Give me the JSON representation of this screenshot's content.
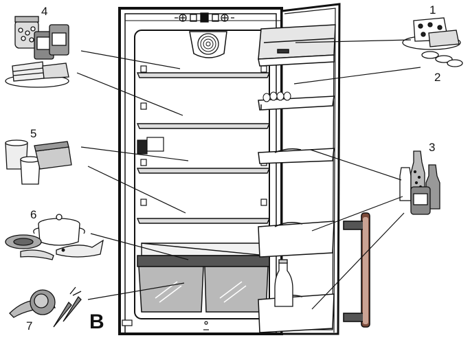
{
  "figure_label": "B",
  "callouts": [
    {
      "id": "1",
      "label": "1"
    },
    {
      "id": "2",
      "label": "2"
    },
    {
      "id": "3",
      "label": "3"
    },
    {
      "id": "4",
      "label": "4"
    },
    {
      "id": "5",
      "label": "5"
    },
    {
      "id": "6",
      "label": "6"
    },
    {
      "id": "7",
      "label": "7"
    }
  ],
  "colors": {
    "line": "#111111",
    "fill": "#ffffff",
    "shade": "#d8d8d8",
    "dark": "#444444",
    "door_edge": "#7a4a3a"
  },
  "icons": [
    "fan-icon",
    "control-panel-icons",
    "cheese-icon",
    "bottles-icon",
    "jars-icon",
    "cake-icon",
    "yogurt-icon",
    "pot-icon",
    "fish-icon",
    "vegetables-icon"
  ]
}
